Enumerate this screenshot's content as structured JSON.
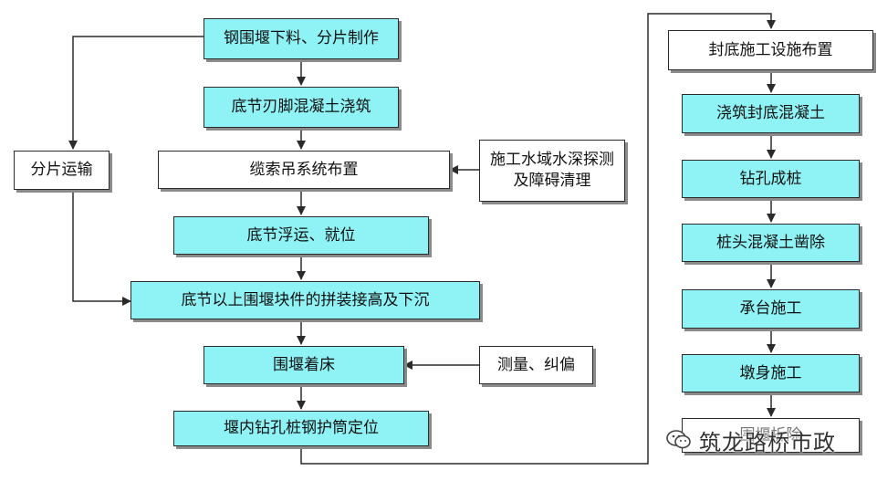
{
  "left": {
    "box1": "钢围堰下料、分片制作",
    "box2": "底节刃脚混凝土浇筑",
    "box3": "缆索吊系统布置",
    "box4": "底节浮运、就位",
    "box5": "底节以上围堰块件的拼装接高及下沉",
    "box6": "围堰着床",
    "box7": "堰内钻孔桩钢护筒定位"
  },
  "side": {
    "transport": "分片运输",
    "survey": "施工水域水深探测\n及障碍清理",
    "measure": "测量、纠偏"
  },
  "right": {
    "box1": "封底施工设施布置",
    "box2": "浇筑封底混凝土",
    "box3": "钻孔成桩",
    "box4": "桩头混凝土凿除",
    "box5": "承台施工",
    "box6": "墩身施工",
    "box7": "围堰拆除"
  },
  "watermark": "筑龙路桥市政",
  "colors": {
    "fill": "#8ff3f5",
    "line": "#2b2b2b"
  }
}
